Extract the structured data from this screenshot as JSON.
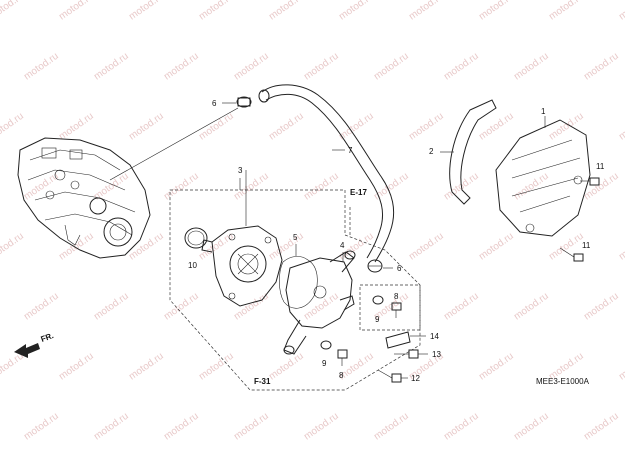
{
  "watermark": "motod.ru",
  "diagram_code": "MEE3-E1000A",
  "direction_label": "FR.",
  "references": {
    "e17": "E-17",
    "f31": "F-31"
  },
  "callouts": [
    {
      "id": "c1",
      "text": "1"
    },
    {
      "id": "c2",
      "text": "2"
    },
    {
      "id": "c3",
      "text": "3"
    },
    {
      "id": "c4",
      "text": "4"
    },
    {
      "id": "c5",
      "text": "5"
    },
    {
      "id": "c6a",
      "text": "6"
    },
    {
      "id": "c6b",
      "text": "6"
    },
    {
      "id": "c7",
      "text": "7"
    },
    {
      "id": "c8a",
      "text": "8"
    },
    {
      "id": "c8b",
      "text": "8"
    },
    {
      "id": "c9a",
      "text": "9"
    },
    {
      "id": "c9b",
      "text": "9"
    },
    {
      "id": "c10",
      "text": "10"
    },
    {
      "id": "c11a",
      "text": "11"
    },
    {
      "id": "c11b",
      "text": "11"
    },
    {
      "id": "c12",
      "text": "12"
    },
    {
      "id": "c13",
      "text": "13"
    },
    {
      "id": "c14",
      "text": "14"
    }
  ]
}
